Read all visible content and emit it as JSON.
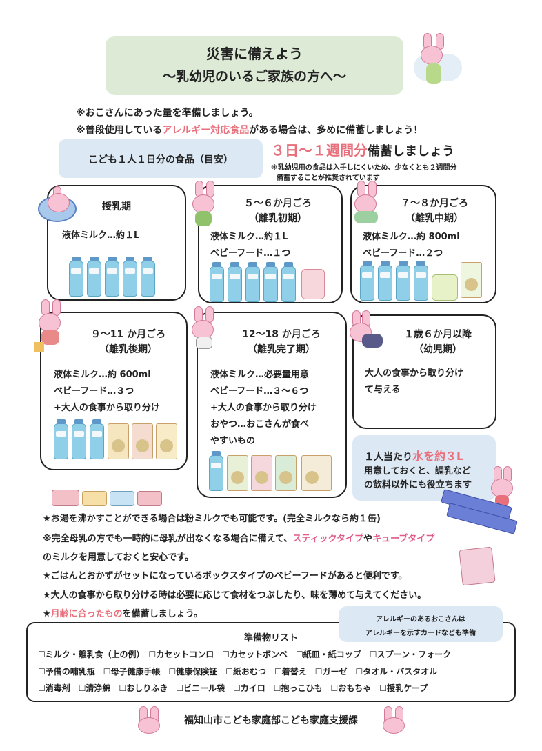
{
  "title": {
    "line1": "災害に備えよう",
    "line2": "～乳幼児のいるご家族の方へ～"
  },
  "intro": {
    "line1": "※おこさんにあった量を準備しましょう。",
    "line2_pre": "※普段使用している",
    "line2_em": "アレルギー対応食品",
    "line2_post": "がある場合は、多めに備蓄しましょう！"
  },
  "daily": {
    "label": "こども１人１日分の食品（目安）",
    "span_em": "３日～１週間分",
    "span_post": "備蓄しましょう",
    "note1": "※乳幼児用の食品は入手しにくいため、少なくとも２週間分",
    "note2": "備蓄することが推奨されています"
  },
  "cards": [
    {
      "title": "授乳期",
      "subtitle": "",
      "lines": [
        "液体ミルク…約１L"
      ]
    },
    {
      "title": "５～６か月ごろ",
      "subtitle": "（離乳初期）",
      "lines": [
        "液体ミルク…約１L",
        "ベビーフード…１つ"
      ]
    },
    {
      "title": "７～８か月ごろ",
      "subtitle": "（離乳中期）",
      "lines": [
        "液体ミルク…約 800ml",
        "ベビーフード…２つ"
      ]
    },
    {
      "title": "９～11 か月ごろ",
      "subtitle": "（離乳後期）",
      "lines": [
        "液体ミルク…約 600ml",
        "ベビーフード…３つ",
        "+大人の食事から取り分け"
      ]
    },
    {
      "title": "12～18 か月ごろ",
      "subtitle": "（離乳完了期）",
      "lines": [
        "液体ミルク…必要量用意",
        "ベビーフード…３～６つ",
        "+大人の食事から取り分け",
        "おやつ…おこさんが食べ",
        "やすいもの"
      ]
    },
    {
      "title": "１歳６か月以降",
      "subtitle": "（幼児期）",
      "lines": [
        "大人の食事から取り分け",
        "て与える"
      ]
    }
  ],
  "water": {
    "pre": "１人当たり",
    "em": "水を約３L",
    "line2": "用意しておくと、調乳など",
    "line3": "の飲料以外にも役立ちます"
  },
  "notes": {
    "n1": "★お湯を沸かすことができる場合は粉ミルクでも可能です。(完全ミルクなら約１缶)",
    "n2_pre": "※完全母乳の方でも一時的に母乳が出なくなる場合に備えて、",
    "n2_em1": "スティックタイプ",
    "n2_mid": "や",
    "n2_em2": "キューブタイプ",
    "n2_line2": "のミルクを用意しておくと安心です。",
    "n3": "★ごはんとおかずがセットになっているボックスタイプのベビーフードがあると便利です。",
    "n4": "★大人の食事から取り分ける時は必要に応じて食材をつぶしたり、味を薄めて与えてください。",
    "n5_pre": "★",
    "n5_em": "月齢に合ったもの",
    "n5_post": "を備蓄しましょう。"
  },
  "bubble": {
    "line1": "アレルギーのあるおこさんは",
    "line2": "アレルギーを示すカードなども準備"
  },
  "checklist": {
    "title": "準備物リスト",
    "row1": "☐ミルク・離乳食（上の例）　☐カセットコンロ　☐カセットボンベ　☐紙皿・紙コップ　☐スプーン・フォーク",
    "row2": "☐予備の哺乳瓶　☐母子健康手帳　☐健康保険証　☐紙おむつ　☐着替え　☐ガーゼ　☐タオル・バスタオル",
    "row3": "☐消毒剤　☐清浄綿　☐おしりふき　☐ビニール袋　☐カイロ　☐抱っこひも　☐おもちゃ　☐授乳ケープ"
  },
  "footer": "福知山市こども家庭部こども家庭支援課",
  "colors": {
    "accent": "#e8707c",
    "panel_green": "#dcead6",
    "panel_blue": "#dce8f4"
  }
}
